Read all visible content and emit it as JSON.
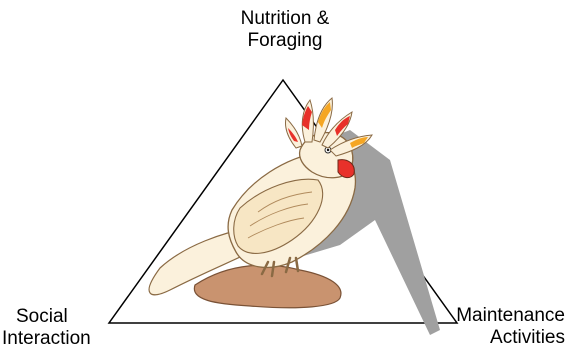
{
  "diagram": {
    "vertices": {
      "top": {
        "line1": "Nutrition &",
        "line2": "Foraging"
      },
      "left": {
        "line1": "Social",
        "line2": "Interaction"
      },
      "right": {
        "line1": "Maintenance",
        "line2": "Activities"
      }
    },
    "illustration": "cockatoo-perched-on-branch",
    "colors": {
      "triangle_stroke": "#000000",
      "shadow": "#a0a0a0",
      "bird_body": "#fbf1dc",
      "crest_red": "#e8312a",
      "crest_orange": "#f5a623",
      "branch": "#c9936f"
    }
  }
}
